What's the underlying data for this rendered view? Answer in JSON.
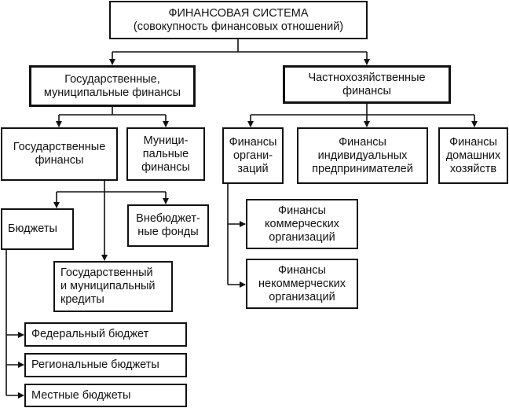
{
  "diagram": {
    "root": {
      "title": "ФИНАНСОВАЯ СИСТЕМА",
      "subtitle": "(совокупность финансовых отношений)"
    },
    "public_finance": "Государственные,\nмуниципальные финансы",
    "private_finance": "Частнохозяйственные\nфинансы",
    "state_finance": "Государственные\nфинансы",
    "municipal_finance": "Муници-\nпальные\nфинансы",
    "budgets": "Бюджеты",
    "extrabudgetary_funds": "Внебюджет-\nные фонды",
    "state_municipal_credit": "Государственный\nи муниципальный\nкредиты",
    "federal_budget": "Федеральный бюджет",
    "regional_budgets": "Региональные бюджеты",
    "local_budgets": "Местные бюджеты",
    "org_finance": "Финансы\nоргани-\nзаций",
    "entrepreneur_finance": "Финансы\nиндивидуальных\nпредпринимателей",
    "household_finance": "Финансы\nдомашних\nхозяйств",
    "commercial_org_finance": "Финансы\nкоммерческих\nорганизаций",
    "noncommercial_org_finance": "Финансы\nнекоммерческих\nорганизаций"
  }
}
